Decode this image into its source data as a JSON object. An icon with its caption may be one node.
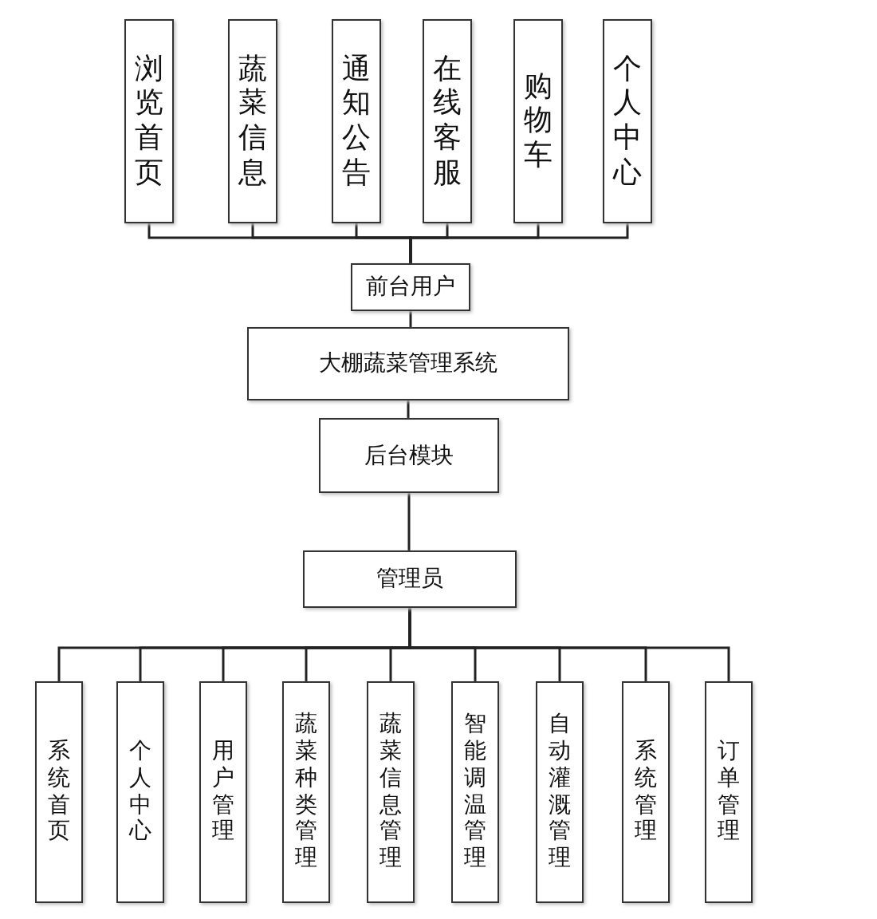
{
  "diagram": {
    "nodes": [
      {
        "text": [
          "浏览首页"
        ]
      },
      {
        "text": [
          "蔬菜信息"
        ]
      },
      {
        "text": [
          "通知公告"
        ]
      },
      {
        "text": [
          "在线客服"
        ]
      },
      {
        "text": [
          "购物车"
        ]
      },
      {
        "text": [
          "个人中心"
        ]
      },
      {
        "text": [
          "前台用户"
        ]
      },
      {
        "text": [
          "大棚蔬菜管理系统"
        ]
      },
      {
        "text": [
          "后台模块"
        ]
      },
      {
        "text": [
          "管理员"
        ]
      },
      {
        "text": [
          "系统首页"
        ]
      },
      {
        "text": [
          "个人中心"
        ]
      },
      {
        "text": [
          "用户管理"
        ]
      },
      {
        "text": [
          "蔬菜种类管理"
        ]
      },
      {
        "text": [
          "蔬菜信息管理"
        ]
      },
      {
        "text": [
          "智能调温管理"
        ]
      },
      {
        "text": [
          "自动灌溉管理"
        ]
      },
      {
        "text": [
          "系统管理"
        ]
      },
      {
        "text": [
          "订单管理"
        ]
      }
    ],
    "edges": [
      {
        "from": 0,
        "to": 6,
        "arrow": "none"
      },
      {
        "from": 1,
        "to": 6,
        "arrow": "none"
      },
      {
        "from": 2,
        "to": 6,
        "arrow": "none"
      },
      {
        "from": 3,
        "to": 6,
        "arrow": "none"
      },
      {
        "from": 4,
        "to": 6,
        "arrow": "none"
      },
      {
        "from": 5,
        "to": 6,
        "arrow": "none"
      },
      {
        "from": 6,
        "to": 7,
        "arrow": "none"
      },
      {
        "from": 7,
        "to": 8,
        "arrow": "none"
      },
      {
        "from": 8,
        "to": 9,
        "arrow": "none"
      },
      {
        "from": 9,
        "to": 10,
        "arrow": "none"
      },
      {
        "from": 9,
        "to": 11,
        "arrow": "none"
      },
      {
        "from": 9,
        "to": 12,
        "arrow": "none"
      },
      {
        "from": 9,
        "to": 13,
        "arrow": "none"
      },
      {
        "from": 9,
        "to": 14,
        "arrow": "none"
      },
      {
        "from": 9,
        "to": 15,
        "arrow": "none"
      },
      {
        "from": 9,
        "to": 16,
        "arrow": "none"
      },
      {
        "from": 9,
        "to": 17,
        "arrow": "none"
      },
      {
        "from": 9,
        "to": 18,
        "arrow": "none"
      }
    ]
  }
}
